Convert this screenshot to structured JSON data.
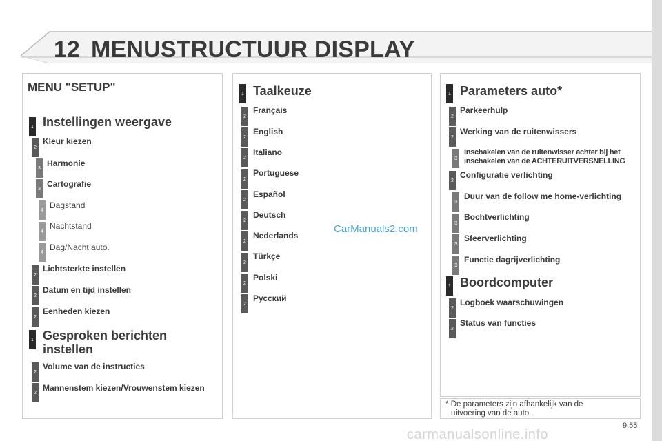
{
  "header": {
    "chapter": "12",
    "title": "MENUSTRUCTUUR DISPLAY"
  },
  "left": {
    "heading": "MENU \"SETUP\"",
    "items": [
      {
        "level": "1",
        "label": "Instellingen weergave"
      },
      {
        "level": "2",
        "label": "Kleur kiezen"
      },
      {
        "level": "3",
        "label": "Harmonie"
      },
      {
        "level": "3",
        "label": "Cartografie"
      },
      {
        "level": "4",
        "label": "Dagstand"
      },
      {
        "level": "4",
        "label": "Nachtstand"
      },
      {
        "level": "4",
        "label": "Dag/Nacht auto."
      },
      {
        "level": "2",
        "label": "Lichtsterkte instellen"
      },
      {
        "level": "2",
        "label": "Datum en tijd instellen"
      },
      {
        "level": "2",
        "label": "Eenheden kiezen"
      },
      {
        "level": "1",
        "label": "Gesproken berichten",
        "label2": "instellen"
      },
      {
        "level": "2",
        "label": "Volume van de instructies"
      },
      {
        "level": "2",
        "label": "Mannenstem kiezen/Vrouwenstem kiezen"
      }
    ]
  },
  "middle": {
    "items": [
      {
        "level": "1",
        "label": "Taalkeuze"
      },
      {
        "level": "2",
        "label": "Français"
      },
      {
        "level": "2",
        "label": "English"
      },
      {
        "level": "2",
        "label": "Italiano"
      },
      {
        "level": "2",
        "label": "Portuguese"
      },
      {
        "level": "2",
        "label": "Español"
      },
      {
        "level": "2",
        "label": "Deutsch"
      },
      {
        "level": "2",
        "label": "Nederlands"
      },
      {
        "level": "2",
        "label": "Türkçe"
      },
      {
        "level": "2",
        "label": "Polski"
      },
      {
        "level": "2",
        "label": "Русский"
      }
    ],
    "watermark": "CarManuals2.com"
  },
  "right": {
    "items": [
      {
        "level": "1",
        "label": "Parameters auto*"
      },
      {
        "level": "2",
        "label": "Parkeerhulp"
      },
      {
        "level": "2",
        "label": "Werking van de ruitenwissers"
      },
      {
        "level": "3",
        "label": "Inschakelen van de ruitenwisser achter bij het",
        "label2": "inschakelen van de ACHTERUITVERSNELLING"
      },
      {
        "level": "2",
        "label": "Configuratie verlichting"
      },
      {
        "level": "3",
        "label": "Duur van de follow me home-verlichting"
      },
      {
        "level": "3",
        "label": "Bochtverlichting"
      },
      {
        "level": "3",
        "label": "Sfeerverlichting"
      },
      {
        "level": "3",
        "label": "Functie dagrijverlichting"
      },
      {
        "level": "1",
        "label": "Boordcomputer"
      },
      {
        "level": "2",
        "label": "Logboek waarschuwingen"
      },
      {
        "level": "2",
        "label": "Status van functies"
      }
    ],
    "footnote_mark": "*",
    "footnote": "De parameters zijn afhankelijk van de",
    "footnote2": "uitvoering van de auto."
  },
  "page_number": "9.55",
  "bottom_watermark": "carmanualsonline.info",
  "colors": {
    "level1": "#2a2a2a",
    "level2": "#5a5a5a",
    "level3": "#7a7a7a",
    "level4": "#9a9a9a",
    "watermark": "#4aa3d6"
  }
}
